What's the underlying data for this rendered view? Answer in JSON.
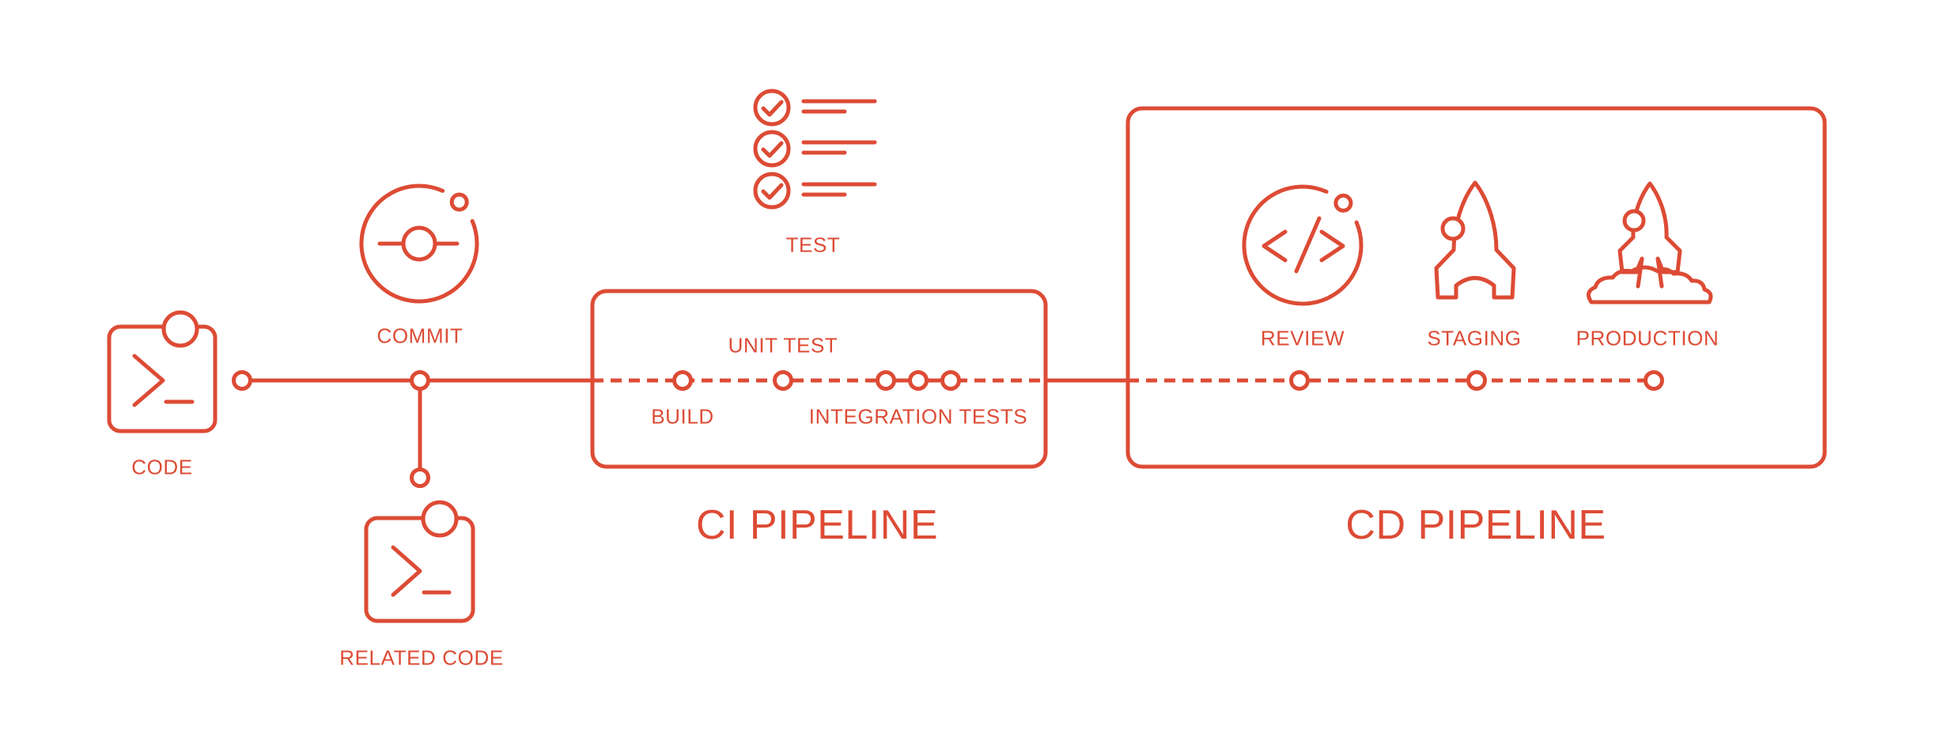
{
  "diagram_title": "CI/CD Pipeline Diagram",
  "colors": {
    "accent": "#DD4B35",
    "background": "#FFFFFF"
  },
  "source_stage": {
    "code_label": "CODE",
    "commit_label": "COMMIT",
    "related_code_label": "RELATED CODE"
  },
  "ci_pipeline": {
    "title": "CI PIPELINE",
    "test_label": "TEST",
    "build_label": "BUILD",
    "unit_test_label": "UNIT TEST",
    "integration_tests_label": "INTEGRATION TESTS"
  },
  "cd_pipeline": {
    "title": "CD PIPELINE",
    "review_label": "REVIEW",
    "staging_label": "STAGING",
    "production_label": "PRODUCTION"
  }
}
